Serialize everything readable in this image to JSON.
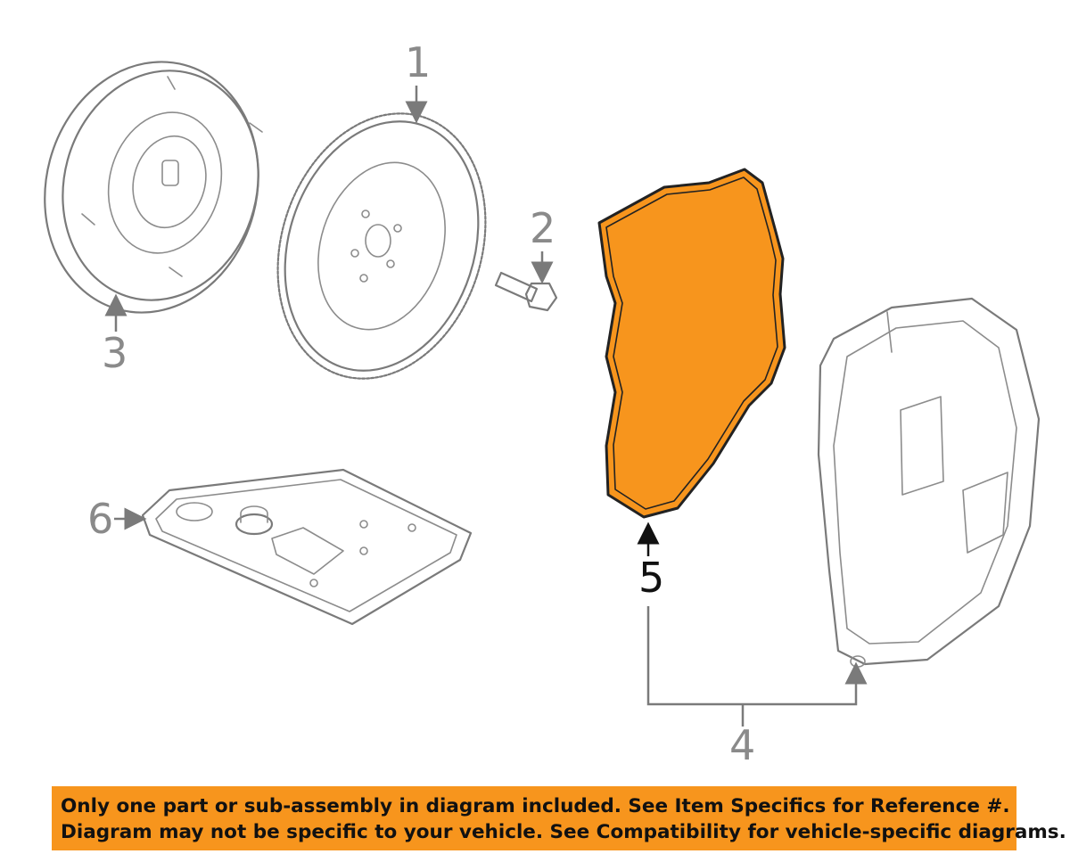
{
  "callouts": {
    "c1": "1",
    "c2": "2",
    "c3": "3",
    "c4": "4",
    "c5": "5",
    "c6": "6"
  },
  "colors": {
    "highlight": "#f7951d",
    "line": "#7a7a7a",
    "banner": "#f7951d"
  },
  "notice": {
    "line1": "Only one part or sub-assembly in diagram included. See Item Specifics for Reference #.",
    "line2": "Diagram may not be specific to your vehicle. See Compatibility for vehicle-specific diagrams."
  }
}
